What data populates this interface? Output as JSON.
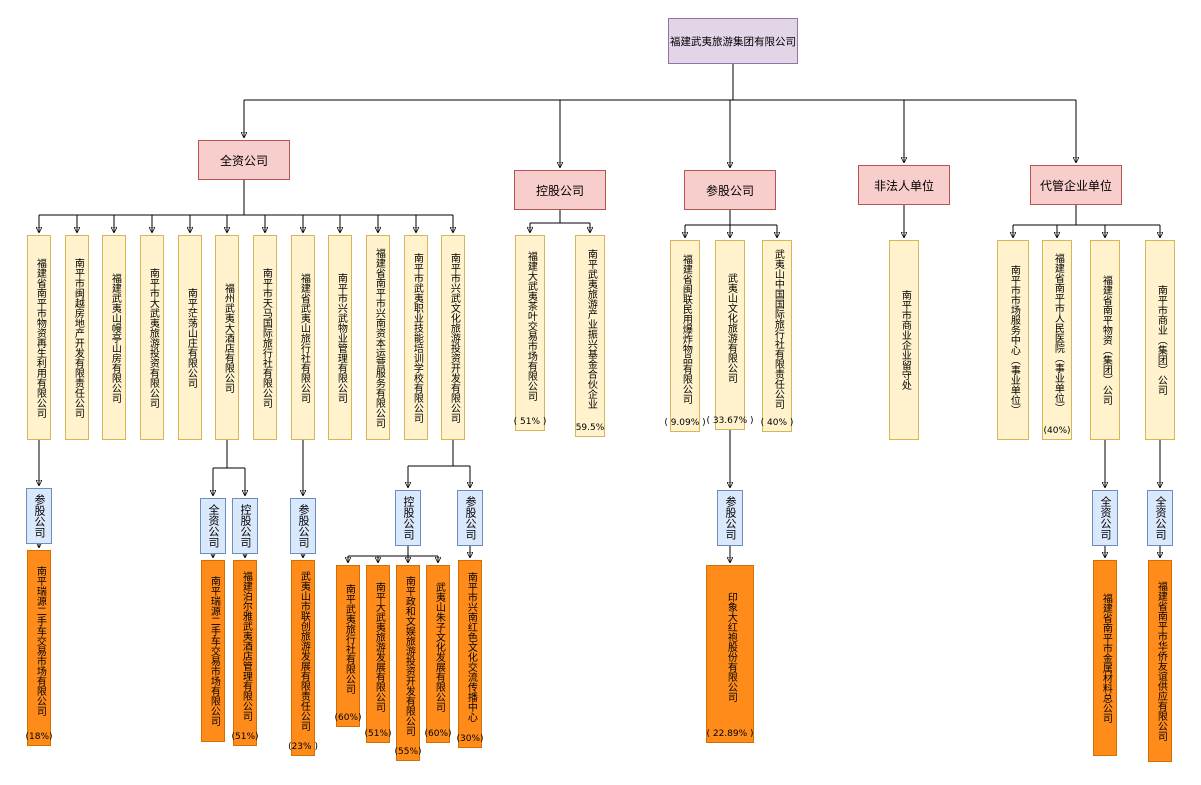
{
  "root": {
    "label": "福建武夷旅游集团有限公司"
  },
  "colors": {
    "root_fill": "#e1d5e7",
    "category_fill": "#f8cecc",
    "company_fill": "#fff2cc",
    "relation_fill": "#dae8fc",
    "subsidiary_fill": "#ff8c1a",
    "line_color": "#000000"
  },
  "branches": {
    "wholly_owned": {
      "label": "全资公司",
      "companies": [
        {
          "label": "福建省南平市物资再生利用有限公司"
        },
        {
          "label": "南平市闽越房地产开发有限责任公司"
        },
        {
          "label": "福建武夷山幔亭山房有限公司"
        },
        {
          "label": "南平市大武夷旅游投资有限公司"
        },
        {
          "label": "南平茫荡山庄有限公司"
        },
        {
          "label": "福州武夷大酒店有限公司"
        },
        {
          "label": "南平市天马国际旅行社有限公司"
        },
        {
          "label": "福建省武夷山旅行社有限公司"
        },
        {
          "label": "南平市兴武物业管理有限公司"
        },
        {
          "label": "福建省南平市兴南资本运营服务有限公司"
        },
        {
          "label": "南平市武夷职业技能培训学校有限公司"
        },
        {
          "label": "南平市兴武文化旅游投资开发有限公司"
        }
      ]
    },
    "holding": {
      "label": "控股公司",
      "companies": [
        {
          "label": "福建大武夷茶叶交易市场有限公司",
          "pct": "( 51% )"
        },
        {
          "label": "南平武夷旅游产业振兴基金合伙企业",
          "pct": "59.5%"
        }
      ]
    },
    "equity": {
      "label": "参股公司",
      "companies": [
        {
          "label": "福建省闽联民用爆炸物品有限公司",
          "pct": "( 9.09% )"
        },
        {
          "label": "武夷山文化旅游有限公司",
          "pct": "( 33.67% )"
        },
        {
          "label": "武夷山中国国际旅行社有限责任公司",
          "pct": "( 40% )"
        }
      ]
    },
    "non_legal": {
      "label": "非法人单位",
      "companies": [
        {
          "label": "南平市商业企业留守处"
        }
      ]
    },
    "managed": {
      "label": "代管企业单位",
      "companies": [
        {
          "label": "南平市市场服务中心（事业单位）"
        },
        {
          "label": "福建省南平市人民医院（事业单位）",
          "pct": "(40%)"
        },
        {
          "label": "福建省南平物资（集团）公司"
        },
        {
          "label": "南平市商业（集团）公司"
        }
      ]
    }
  },
  "subtrees": [
    {
      "relation": "参股公司",
      "companies": [
        {
          "label": "南平瑞源二手车交易市场有限公司",
          "pct": "(18%)"
        }
      ]
    },
    {
      "relation": "全资公司",
      "companies": [
        {
          "label": "南平瑞源二手车交易市场有限公司"
        }
      ]
    },
    {
      "relation": "控股公司",
      "companies": [
        {
          "label": "福建泊尔雅武夷酒店管理有限公司",
          "pct": "(51%)"
        }
      ]
    },
    {
      "relation": "参股公司",
      "companies": [
        {
          "label": "武夷山市联创旅游发展有限责任公司",
          "pct": "(23% )"
        }
      ]
    },
    {
      "relation": "控股公司",
      "companies": [
        {
          "label": "南平武夷旅行社有限公司",
          "pct": "(60%)"
        },
        {
          "label": "南平大武夷旅游发展有限公司",
          "pct": "(51%)"
        },
        {
          "label": "南平政和文娱旅游投资开发有限公司",
          "pct": "(55%)"
        },
        {
          "label": "武夷山朱子文化发展有限公司",
          "pct": "(60%)"
        }
      ]
    },
    {
      "relation": "参股公司",
      "companies": [
        {
          "label": "南平市兴南红色文化交流传播中心",
          "pct": "(30%)"
        }
      ]
    },
    {
      "relation": "参股公司",
      "companies": [
        {
          "label": "印象大红袍股份有限公司",
          "pct": "( 22.89% )"
        }
      ]
    },
    {
      "relation": "全资公司",
      "companies": [
        {
          "label": "福建省南平市金属材料总公司"
        }
      ]
    },
    {
      "relation": "全资公司",
      "companies": [
        {
          "label": "福建省南平市华侨友谊供应有限公司"
        }
      ]
    }
  ]
}
